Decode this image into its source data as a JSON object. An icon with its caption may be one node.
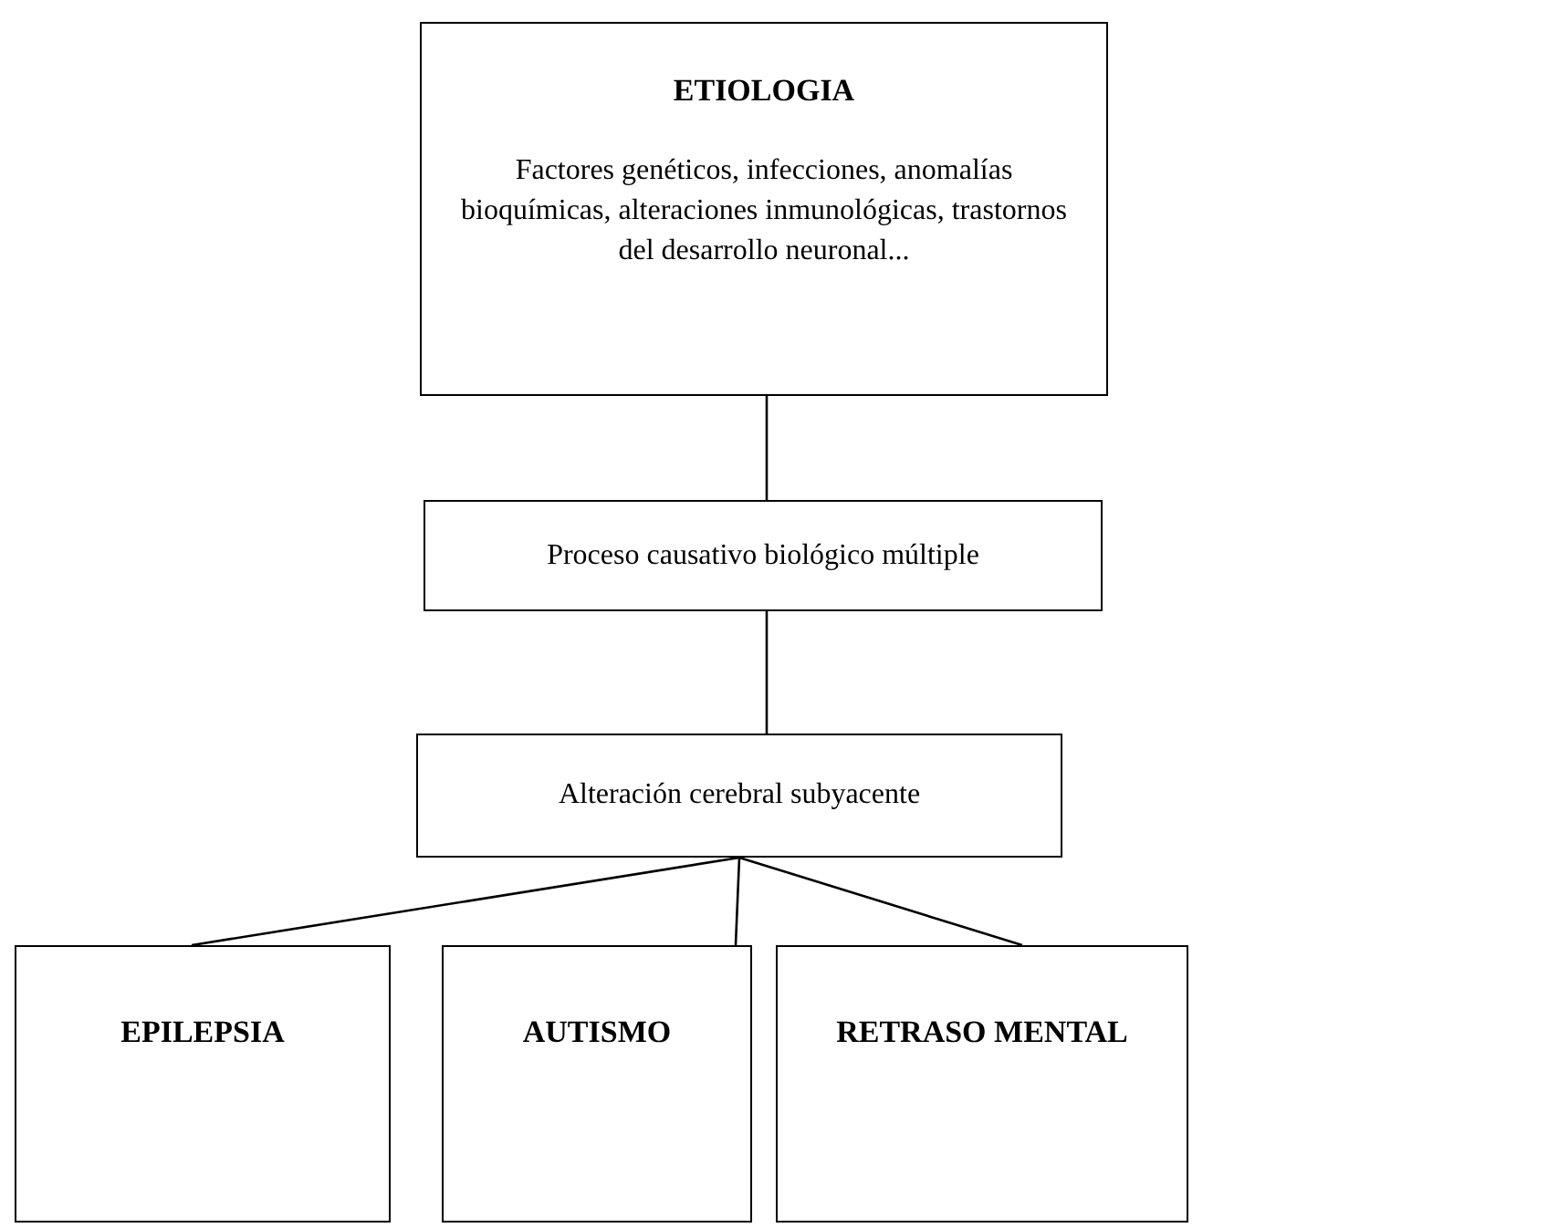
{
  "diagram": {
    "nodes": [
      {
        "text": [
          "ETIOLOGIA",
          "Factores genéticos, infecciones, anomalías bioquímicas, alteraciones inmunológicas, trastornos del desarrollo neuronal..."
        ]
      },
      {
        "text": [
          "Proceso causativo biológico múltiple"
        ]
      },
      {
        "text": [
          "Alteración cerebral subyacente"
        ]
      },
      {
        "text": [
          "EPILEPSIA"
        ]
      },
      {
        "text": [
          "AUTISMO"
        ]
      },
      {
        "text": [
          "RETRASO MENTAL"
        ]
      }
    ],
    "edges": [
      {
        "from": 0,
        "to": 1,
        "arrow": "none"
      },
      {
        "from": 1,
        "to": 2,
        "arrow": "none"
      },
      {
        "from": 2,
        "to": 3,
        "arrow": "none"
      },
      {
        "from": 2,
        "to": 4,
        "arrow": "none"
      },
      {
        "from": 2,
        "to": 5,
        "arrow": "none"
      }
    ]
  }
}
